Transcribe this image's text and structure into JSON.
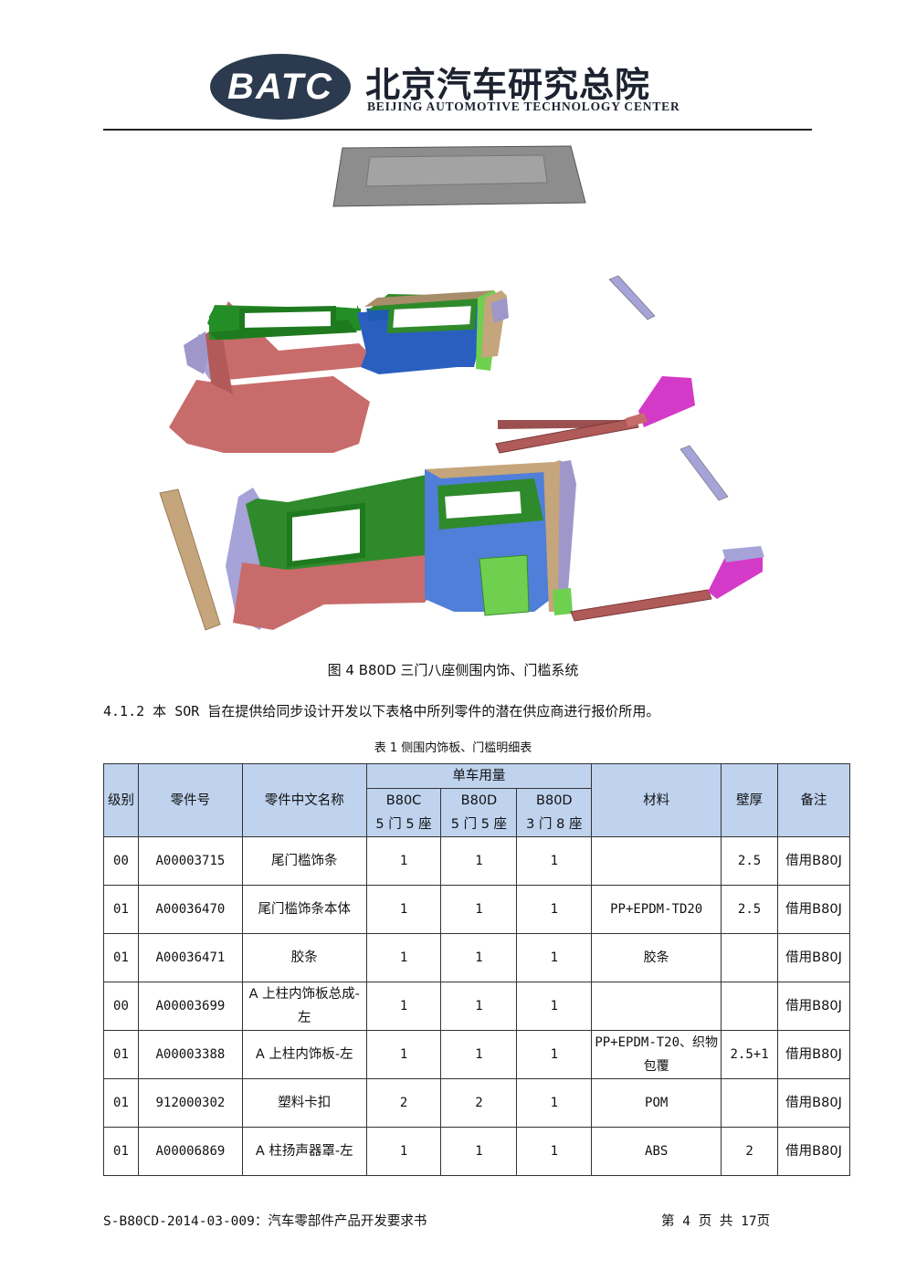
{
  "header": {
    "logo_text": "BATC",
    "org_name_cn": "北京汽车研究总院",
    "org_name_en": "BEIJING AUTOMOTIVE TECHNOLOGY CENTER"
  },
  "figure": {
    "caption": "图 4 B80D 三门八座侧围内饰、门槛系统"
  },
  "paragraph": "4.1.2 本 SOR 旨在提供给同步设计开发以下表格中所列零件的潜在供应商进行报价所用。",
  "table": {
    "title": "表 1   侧围内饰板、门槛明细表",
    "headers": {
      "level": "级别",
      "part_no": "零件号",
      "part_name": "零件中文名称",
      "usage": "单车用量",
      "col_b80c": "B80C",
      "col_b80c_sub": "5 门 5 座",
      "col_b80d5": "B80D",
      "col_b80d5_sub": "5 门 5 座",
      "col_b80d8": "B80D",
      "col_b80d8_sub": "3 门 8 座",
      "material": "材料",
      "thickness": "壁厚",
      "remark": "备注"
    },
    "rows": [
      {
        "level": "00",
        "part_no": "A00003715",
        "name": "尾门槛饰条",
        "q1": "1",
        "q2": "1",
        "q3": "1",
        "material": "",
        "thickness": "2.5",
        "remark": "借用B80J"
      },
      {
        "level": "01",
        "part_no": "A00036470",
        "name": "尾门槛饰条本体",
        "q1": "1",
        "q2": "1",
        "q3": "1",
        "material": "PP+EPDM-TD20",
        "thickness": "2.5",
        "remark": "借用B80J"
      },
      {
        "level": "01",
        "part_no": "A00036471",
        "name": "胶条",
        "q1": "1",
        "q2": "1",
        "q3": "1",
        "material": "胶条",
        "thickness": "",
        "remark": "借用B80J"
      },
      {
        "level": "00",
        "part_no": "A00003699",
        "name": "A 上柱内饰板总成-左",
        "q1": "1",
        "q2": "1",
        "q3": "1",
        "material": "",
        "thickness": "",
        "remark": "借用B80J"
      },
      {
        "level": "01",
        "part_no": "A00003388",
        "name": "A 上柱内饰板-左",
        "q1": "1",
        "q2": "1",
        "q3": "1",
        "material": "PP+EPDM-T20、织物包覆",
        "thickness": "2.5+1",
        "remark": "借用B80J"
      },
      {
        "level": "01",
        "part_no": "912000302",
        "name": "塑料卡扣",
        "q1": "2",
        "q2": "2",
        "q3": "1",
        "material": "POM",
        "thickness": "",
        "remark": "借用B80J"
      },
      {
        "level": "01",
        "part_no": "A00006869",
        "name": "A 柱扬声器罩-左",
        "q1": "1",
        "q2": "1",
        "q3": "1",
        "material": "ABS",
        "thickness": "2",
        "remark": "借用B80J"
      }
    ]
  },
  "footer": {
    "doc_ref": "S-B80CD-2014-03-009：汽车零部件产品开发要求书",
    "page_info": "第 4 页 共 17页"
  },
  "colors": {
    "logo_navy": "#2b3a4e",
    "table_header": "#bfd3ee",
    "trim_green": "#1f8a1f",
    "trim_blue": "#2a5fbf",
    "trim_red": "#c86b6b",
    "trim_purple": "#9f97c9",
    "trim_tan": "#b5a37a",
    "trim_magenta": "#d43ac8"
  }
}
